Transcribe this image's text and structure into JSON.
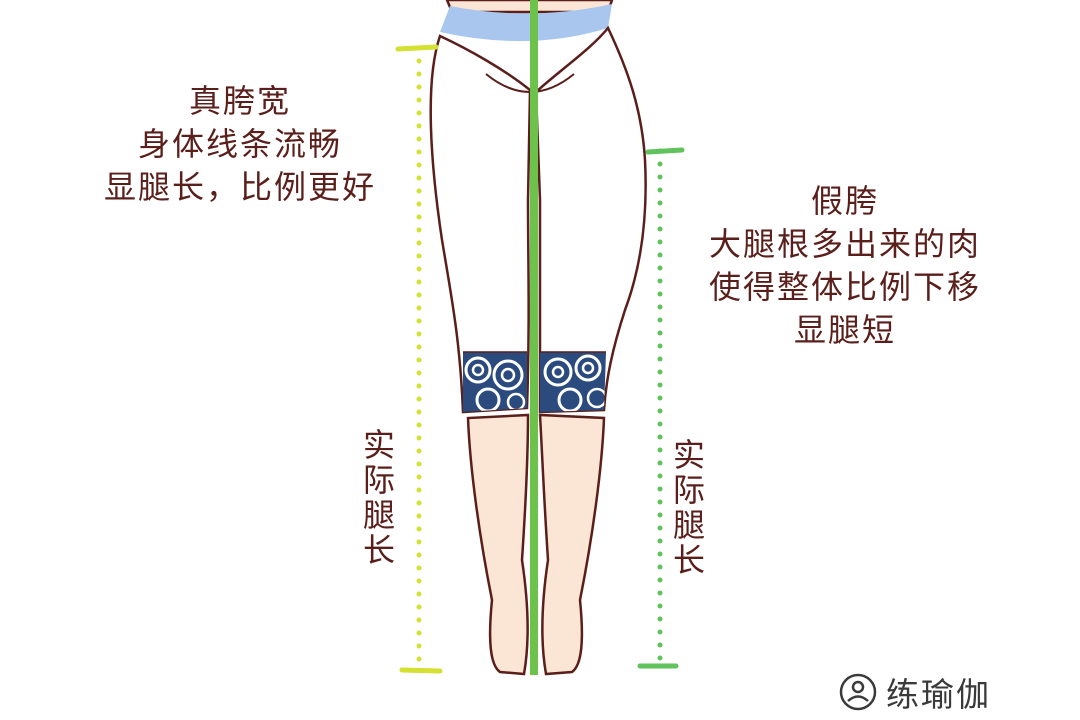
{
  "left_label": {
    "lines": [
      "真胯宽",
      "身体线条流畅",
      "显腿长，比例更好"
    ]
  },
  "right_label": {
    "lines": [
      "假胯",
      "大腿根多出来的肉",
      "使得整体比例下移",
      "显腿短"
    ]
  },
  "left_vertical_label": [
    "实",
    "际",
    "腿",
    "长"
  ],
  "right_vertical_label": [
    "实",
    "际",
    "腿",
    "长"
  ],
  "watermark": {
    "text": "练瑜伽",
    "icon": "person-circle-icon"
  },
  "colors": {
    "text": "#5a1f1b",
    "left_measure": "#d4e032",
    "right_measure": "#5fc25a",
    "center_line": "#6cc24a",
    "outline": "#5a1f1b",
    "waistband": "#a9c6ef",
    "knee_pattern": "#2b4a7e",
    "skin": "#fbe6d6"
  }
}
